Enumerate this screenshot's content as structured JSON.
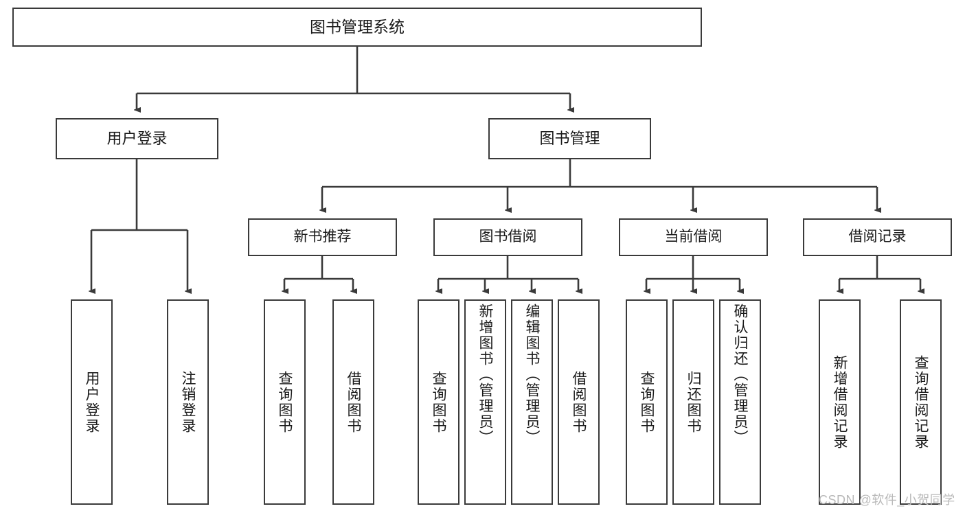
{
  "diagram": {
    "type": "tree-hierarchy",
    "title": "图书管理系统",
    "root": {
      "id": "root",
      "label": "图书管理系统"
    },
    "level1": [
      {
        "id": "user-login",
        "label": "用户登录"
      },
      {
        "id": "book-management",
        "label": "图书管理"
      }
    ],
    "level2": [
      {
        "id": "new-book-recommend",
        "label": "新书推荐",
        "parent": "book-management"
      },
      {
        "id": "book-borrow",
        "label": "图书借阅",
        "parent": "book-management"
      },
      {
        "id": "current-borrow",
        "label": "当前借阅",
        "parent": "book-management"
      },
      {
        "id": "borrow-record",
        "label": "借阅记录",
        "parent": "book-management"
      }
    ],
    "leaves": [
      {
        "id": "leaf-user-login",
        "label": "用户登录",
        "parent": "user-login"
      },
      {
        "id": "leaf-logout-login",
        "label": "注销登录",
        "parent": "user-login"
      },
      {
        "id": "leaf-query-book-1",
        "label": "查询图书",
        "parent": "new-book-recommend"
      },
      {
        "id": "leaf-borrow-book-1",
        "label": "借阅图书",
        "parent": "new-book-recommend"
      },
      {
        "id": "leaf-query-book-2",
        "label": "查询图书",
        "parent": "book-borrow"
      },
      {
        "id": "leaf-add-book",
        "label": "新增图书（管理员）",
        "parent": "book-borrow"
      },
      {
        "id": "leaf-edit-book",
        "label": "编辑图书（管理员）",
        "parent": "book-borrow"
      },
      {
        "id": "leaf-borrow-book-2",
        "label": "借阅图书",
        "parent": "book-borrow"
      },
      {
        "id": "leaf-query-book-3",
        "label": "查询图书",
        "parent": "current-borrow"
      },
      {
        "id": "leaf-return-book",
        "label": "归还图书",
        "parent": "current-borrow"
      },
      {
        "id": "leaf-confirm-return",
        "label": "确认归还（管理员）",
        "parent": "current-borrow"
      },
      {
        "id": "leaf-add-record",
        "label": "新增借阅记录",
        "parent": "borrow-record"
      },
      {
        "id": "leaf-query-record",
        "label": "查询借阅记录",
        "parent": "borrow-record"
      }
    ]
  },
  "watermark": {
    "text": "CSDN @软件_小贺同学"
  },
  "colors": {
    "stroke": "#3a3a3a",
    "background": "#ffffff",
    "text": "#1a1a1a",
    "watermark": "#b9b9b9"
  }
}
